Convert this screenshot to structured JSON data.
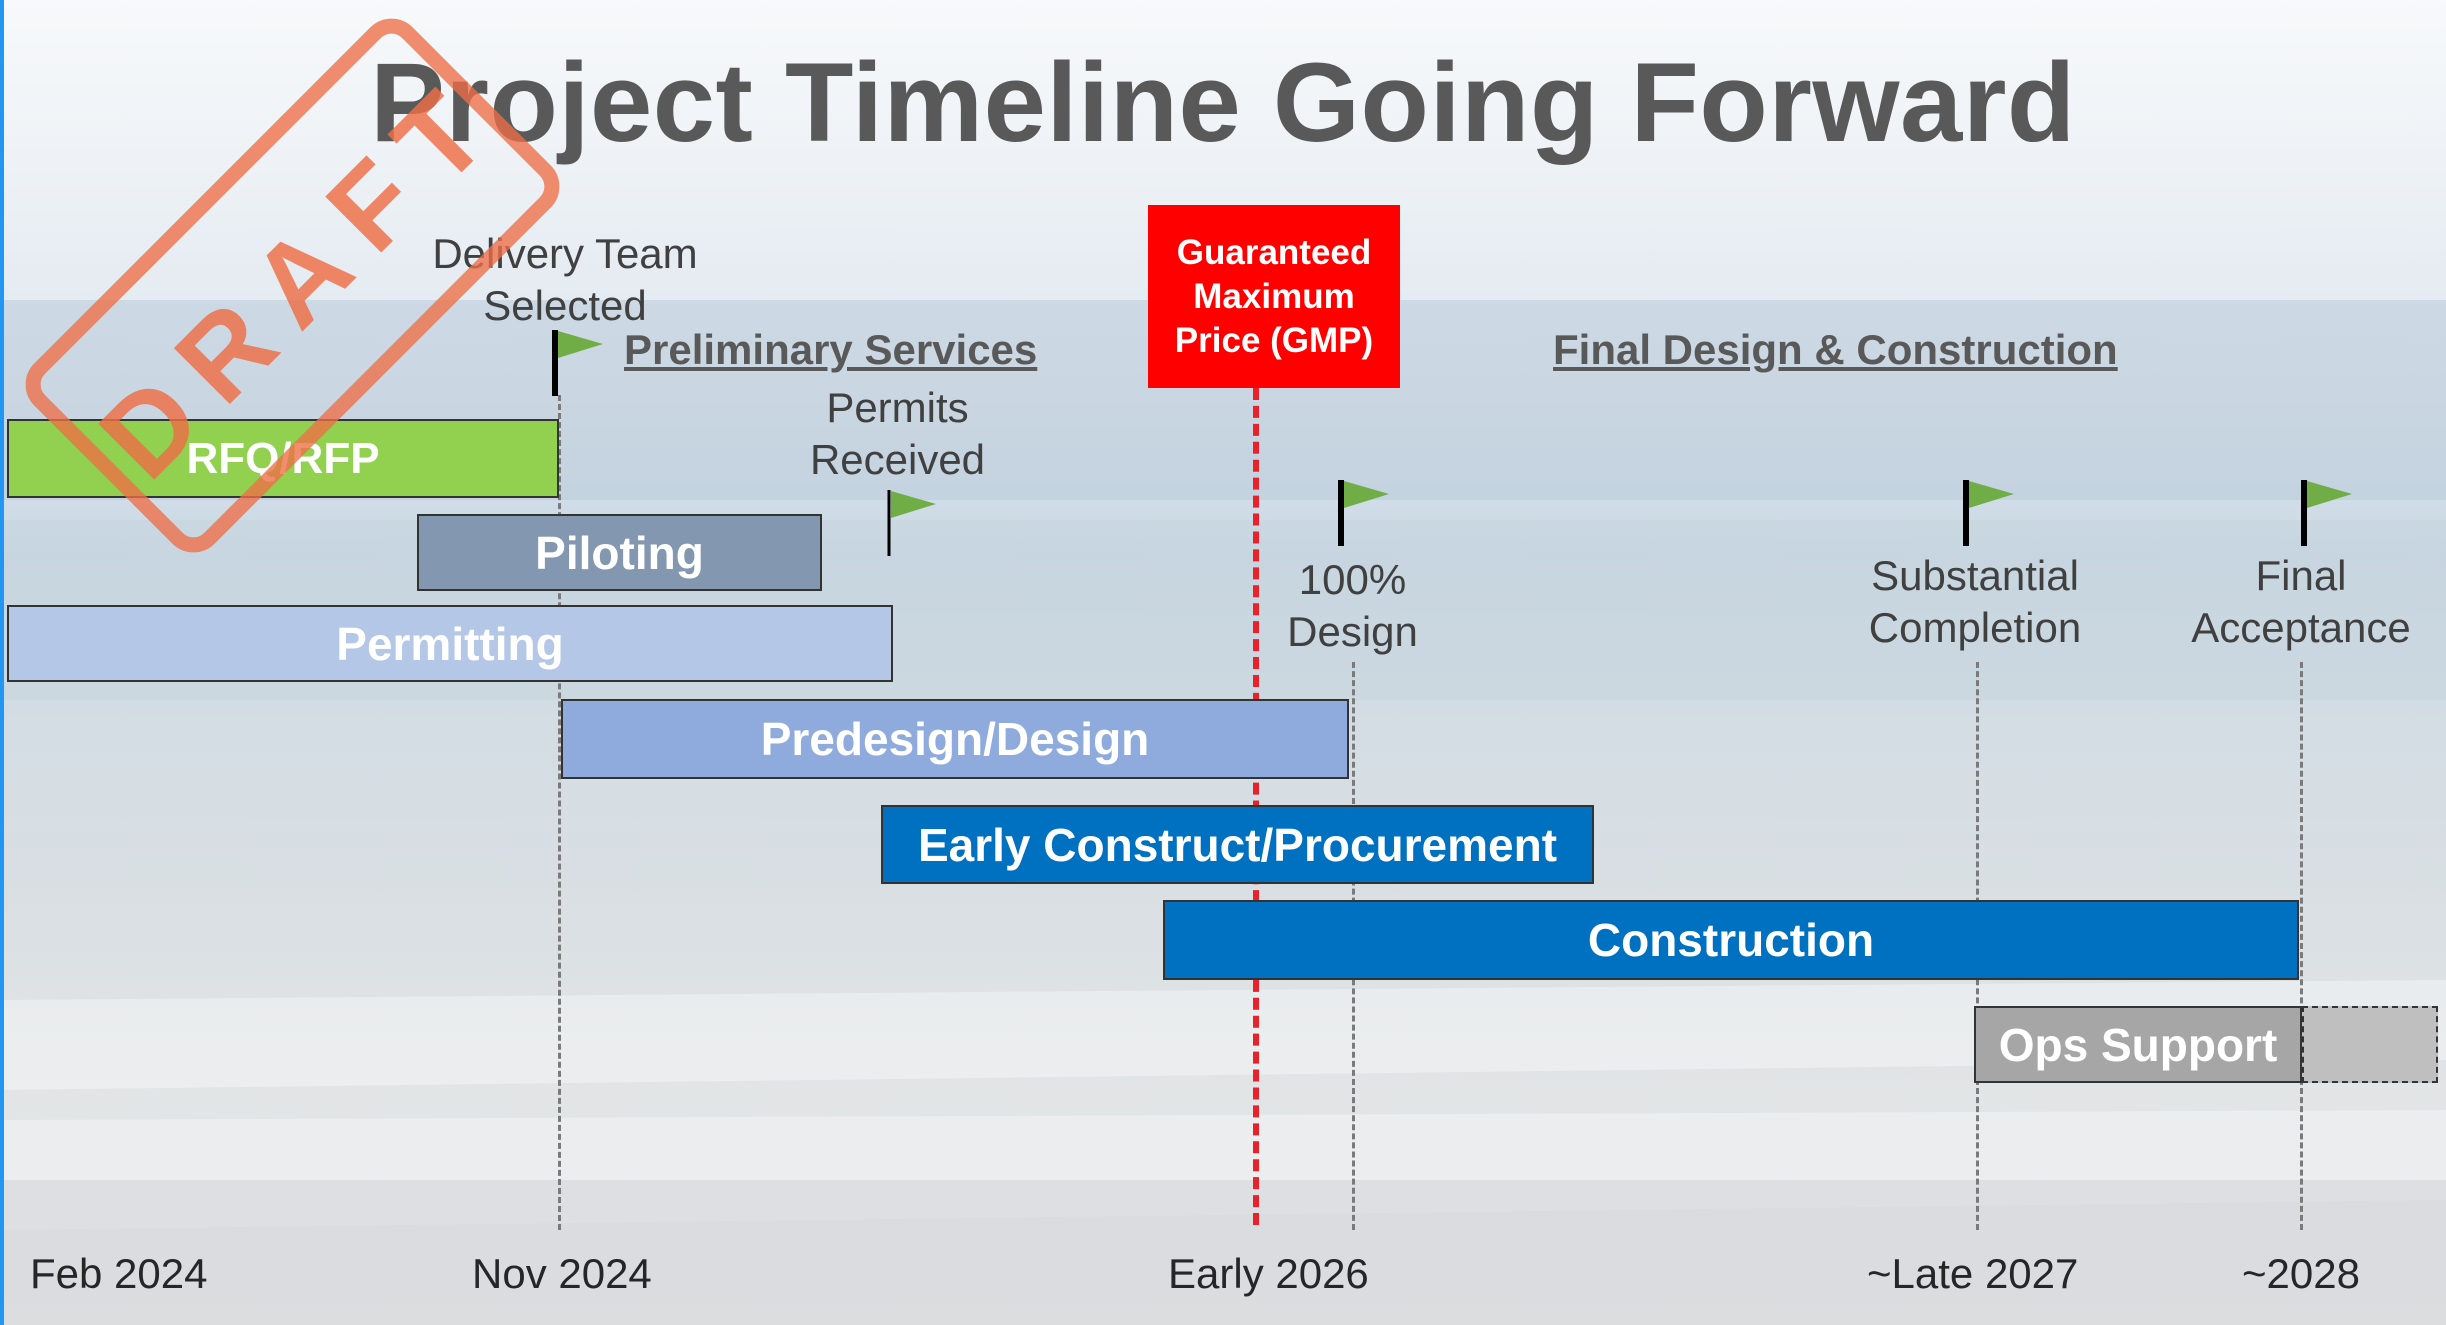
{
  "title": "Project Timeline Going Forward",
  "milestones": {
    "delivery_team": [
      "Delivery Team",
      "Selected"
    ],
    "permits": [
      "Permits",
      "Received"
    ],
    "design100": [
      "100%",
      "Design"
    ],
    "substantial": [
      "Substantial",
      "Completion"
    ],
    "final": [
      "Final",
      "Acceptance"
    ]
  },
  "phases": {
    "preliminary": "Preliminary Services",
    "final": "Final Design & Construction"
  },
  "gmp": [
    "Guaranteed",
    "Maximum",
    "Price (GMP)"
  ],
  "bars": {
    "rfq": "RFQ/RFP",
    "piloting": "Piloting",
    "permitting": "Permitting",
    "predesign": "Predesign/Design",
    "early": "Early Construct/Procurement",
    "construction": "Construction",
    "ops": "Ops Support"
  },
  "axis": [
    "Feb 2024",
    "Nov 2024",
    "Early 2026",
    "~Late 2027",
    "~2028"
  ],
  "stamp": "DRAFT",
  "colors": {
    "title": "#595959",
    "green": "#92d050",
    "slate": "#8497b0",
    "light_blue": "#b4c7e7",
    "mid_blue": "#8faadc",
    "blue": "#0070c0",
    "gray": "#a6a6a6",
    "gmp_red": "#ff0000",
    "flag_green": "#70ad47",
    "stamp": "#ee6e46"
  }
}
